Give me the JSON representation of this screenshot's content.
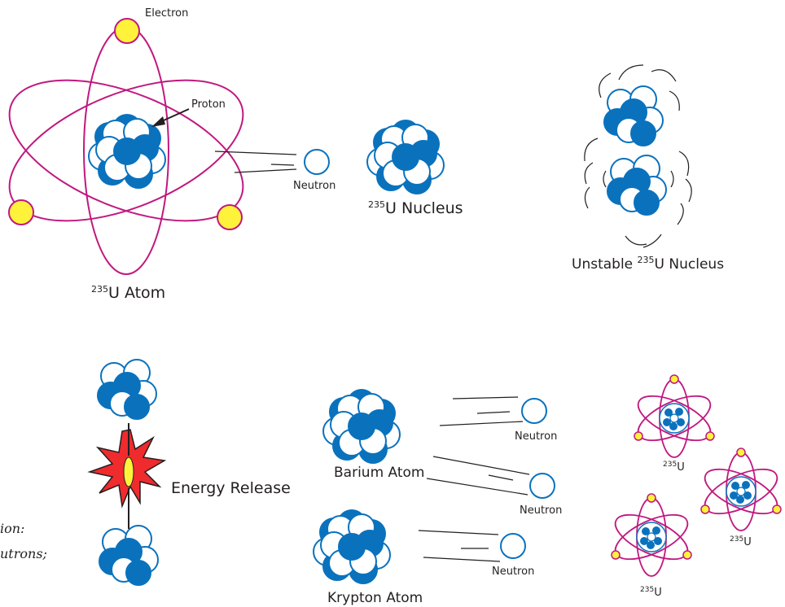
{
  "labels": {
    "electron": "Electron",
    "proton": "Proton",
    "neutron": "Neutron",
    "atom_sup": "235",
    "atom": "U  Atom",
    "nucleus_sup": "235",
    "nucleus": "U  Nucleus",
    "unstable_prefix": "Unstable ",
    "unstable_sup": "235",
    "unstable_suffix": "U Nucleus",
    "energy_release": "Energy Release",
    "barium": "Barium Atom",
    "krypton": "Krypton Atom",
    "small_atom_sup": "235",
    "small_atom": "U"
  },
  "caption": {
    "line1": "ion:",
    "line2": "utrons;"
  },
  "colors": {
    "orbit": "#c0197f",
    "electron_fill": "#fff23a",
    "electron_stroke": "#c0197f",
    "nucleon_blue": "#0a72bd",
    "nucleon_white": "#ffffff",
    "explosion_outer": "#ef2b2d",
    "explosion_inner": "#fff23a",
    "line": "#231f20"
  }
}
